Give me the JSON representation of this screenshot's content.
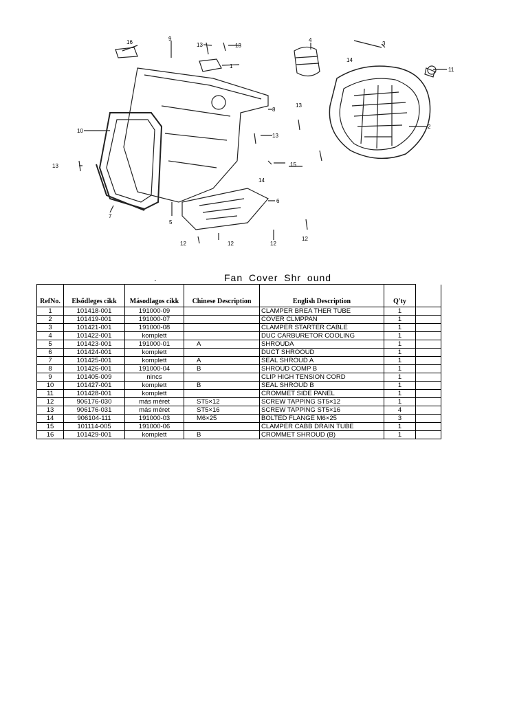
{
  "diagram": {
    "callouts": [
      "16",
      "9",
      "13",
      "13",
      "1",
      "4",
      "3",
      "14",
      "11",
      "8",
      "10",
      "13",
      "13",
      "2",
      "13",
      "15",
      "14",
      "7",
      "5",
      "6",
      "12",
      "12",
      "12",
      "12"
    ]
  },
  "heading": {
    "dot": ".",
    "title": "Fan  Cover  Shr ound"
  },
  "table": {
    "headers": [
      "RefNo.",
      "Elsődleges cikk",
      "Másodlagos cikk",
      "Chinese Description",
      "English Description",
      "Q'ty",
      ""
    ],
    "rows": [
      {
        "ref": "1",
        "primary": "101418-001",
        "secondary": "191000-09",
        "chinese": "",
        "english": "CLAMPER BREA THER TUBE",
        "qty": "1"
      },
      {
        "ref": "2",
        "primary": "101419-001",
        "secondary": "191000-07",
        "chinese": "",
        "english": "COVER CLMPPAN",
        "qty": "1"
      },
      {
        "ref": "3",
        "primary": "101421-001",
        "secondary": "191000-08",
        "chinese": "",
        "english": "CLAMPER STARTER CABLE",
        "qty": "1"
      },
      {
        "ref": "4",
        "primary": "101422-001",
        "secondary": "komplett",
        "chinese": "",
        "english": "DUC CARBURETOR COOLING",
        "qty": "1"
      },
      {
        "ref": "5",
        "primary": "101423-001",
        "secondary": "191000-01",
        "chinese": "A",
        "english": "SHROUDA",
        "qty": "1"
      },
      {
        "ref": "6",
        "primary": "101424-001",
        "secondary": "komplett",
        "chinese": "",
        "english": "DUCT SHROOUD",
        "qty": "1"
      },
      {
        "ref": "7",
        "primary": "101425-001",
        "secondary": "komplett",
        "chinese": "A",
        "english": "SEAL SHROUD A",
        "qty": "1"
      },
      {
        "ref": "8",
        "primary": "101426-001",
        "secondary": "191000-04",
        "chinese": "B",
        "english": "SHROUD COMP B",
        "qty": "1"
      },
      {
        "ref": "9",
        "primary": "101405-009",
        "secondary": "nincs",
        "chinese": "",
        "english": "CLIP HIGH TENSION CORD",
        "qty": "1"
      },
      {
        "ref": "10",
        "primary": "101427-001",
        "secondary": "komplett",
        "chinese": "B",
        "english": "SEAL SHROUD B",
        "qty": "1"
      },
      {
        "ref": "11",
        "primary": "101428-001",
        "secondary": "komplett",
        "chinese": "",
        "english": "CROMMET SIDE PANEL",
        "qty": "1"
      },
      {
        "ref": "12",
        "primary": "906176-030",
        "secondary": "más méret",
        "chinese": "ST5×12",
        "english": "SCREW TAPPING ST5×12",
        "qty": "1"
      },
      {
        "ref": "13",
        "primary": "906176-031",
        "secondary": "más méret",
        "chinese": "ST5×16",
        "english": "SCREW TAPPING ST5×16",
        "qty": "4"
      },
      {
        "ref": "14",
        "primary": "906104-111",
        "secondary": "191000-03",
        "chinese": "M6×25",
        "english": "BOLTED FLANGE M6×25",
        "qty": "3"
      },
      {
        "ref": "15",
        "primary": "101114-005",
        "secondary": "191000-06",
        "chinese": "",
        "english": "CLAMPER CABB DRAIN TUBE",
        "qty": "1"
      },
      {
        "ref": "16",
        "primary": "101429-001",
        "secondary": "komplett",
        "chinese": "B",
        "english": "CROMMET SHROUD (B)",
        "qty": "1"
      }
    ]
  }
}
